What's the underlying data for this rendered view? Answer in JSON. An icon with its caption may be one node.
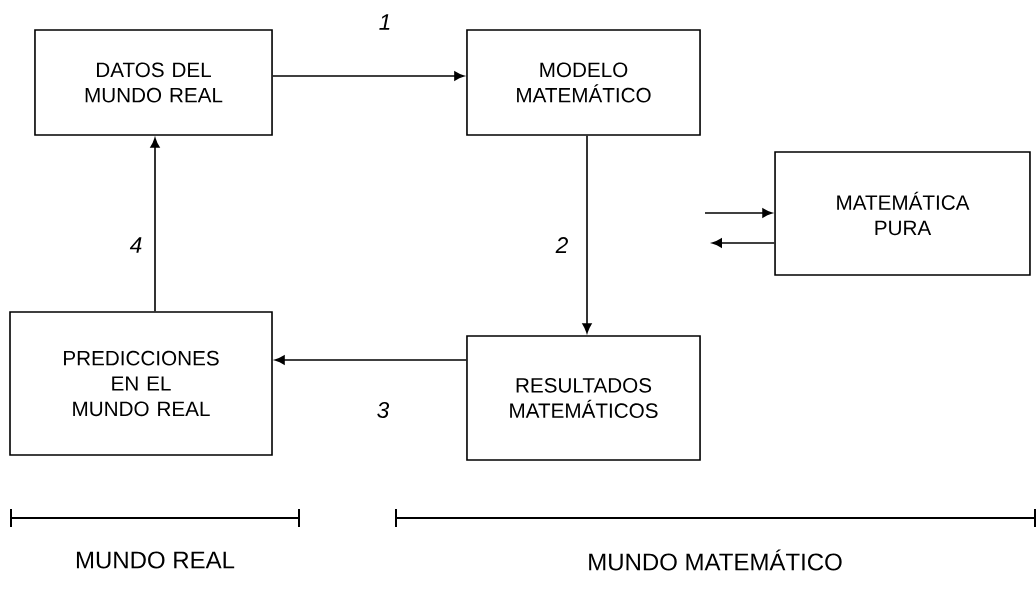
{
  "diagram": {
    "nodes": [
      {
        "text": [
          "DATOS DEL MUNDO REAL"
        ]
      },
      {
        "text": [
          "MODELO MATEMÁTICO"
        ]
      },
      {
        "text": [
          "MATEMÁTICA PURA"
        ]
      },
      {
        "text": [
          "RESULTADOS MATEMÁTICOS"
        ]
      },
      {
        "text": [
          "PREDICCIONES EN EL MUNDO REAL"
        ]
      }
    ],
    "edges": [
      {
        "from": 0,
        "to": 1,
        "arrow": "to",
        "label": "1"
      },
      {
        "from": 1,
        "to": 3,
        "arrow": "to",
        "label": "2"
      },
      {
        "from": null,
        "to": 2,
        "arrow": "to"
      },
      {
        "from": 2,
        "to": null,
        "arrow": "to"
      },
      {
        "from": 3,
        "to": 4,
        "arrow": "to",
        "label": "3"
      },
      {
        "from": 4,
        "to": 0,
        "arrow": "to",
        "label": "4"
      }
    ],
    "labels": [
      "MUNDO REAL",
      "MUNDO MATEMÁTICO"
    ]
  }
}
